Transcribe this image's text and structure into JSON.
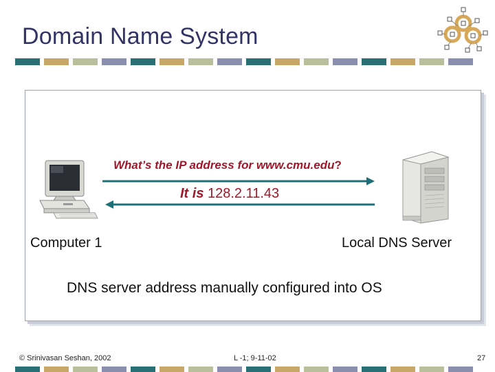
{
  "slide": {
    "title": "Domain Name System",
    "question_italic": "What’s the IP address for www.cmu.edu",
    "question_tail": "?",
    "answer_italic": "It is",
    "answer_value": " 128.2.11.43",
    "left_label": "Computer 1",
    "right_label": "Local DNS Server",
    "note": "DNS server address manually configured into OS"
  },
  "footer": {
    "left": "© Srinivasan Seshan, 2002",
    "middle": "L -1; 9-11-02",
    "right": "27"
  },
  "colors": {
    "title": "#333366",
    "accent_text": "#a0182a",
    "arrow": "#1f6f78",
    "stripe_teal": "#2a6f73",
    "stripe_tan": "#c8a868",
    "stripe_sage": "#b8bf9a",
    "stripe_slate": "#8a8fb0",
    "logo_ring": "#d8a85a"
  },
  "icons": {
    "logo": "network-nodes-logo",
    "computer": "desktop-computer-icon",
    "server": "tower-server-icon"
  }
}
